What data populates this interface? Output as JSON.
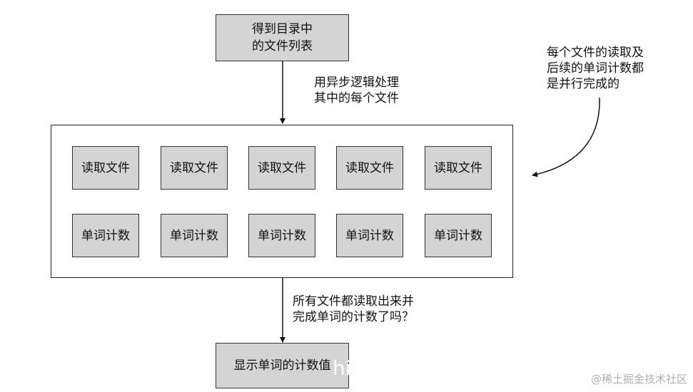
{
  "top_node": "得到目录中\n的文件列表",
  "note_async": "用异步逻辑处理\n其中的每个文件",
  "note_parallel": "每个文件的读取及\n后续的单词计数都\n是并行完成的",
  "read_nodes": [
    "读取文件",
    "读取文件",
    "读取文件",
    "读取文件",
    "读取文件"
  ],
  "count_nodes": [
    "单词计数",
    "单词计数",
    "单词计数",
    "单词计数",
    "单词计数"
  ],
  "note_question": "所有文件都读取出来并\n完成单词的计数了吗？",
  "bottom_node": "显示单词的计数值",
  "overlay_text": "hi",
  "watermark": "@稀土掘金技术社区"
}
